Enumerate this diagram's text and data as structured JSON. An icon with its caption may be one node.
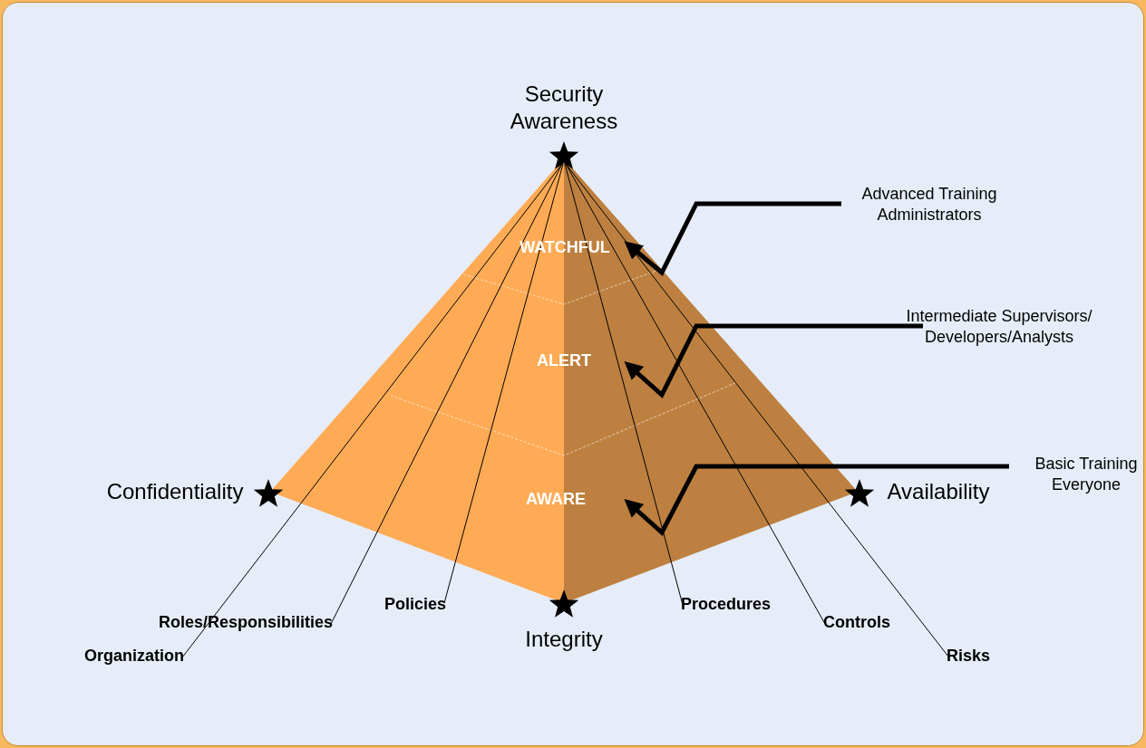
{
  "diagram": {
    "nodes": [
      {
        "text": [
          "WATCHFUL"
        ]
      },
      {
        "text": [
          "ALERT"
        ]
      },
      {
        "text": [
          "AWARE"
        ]
      },
      {
        "text": [],
        "shape": "star"
      },
      {
        "text": [
          "Advanced Training Administrators"
        ]
      },
      {
        "text": [
          "Intermediate Supervisors/ Developers/Analysts"
        ]
      },
      {
        "text": [
          "Basic Training Everyone"
        ]
      },
      {
        "text": [
          "Organization"
        ]
      },
      {
        "text": [
          "Roles/Responsibilities"
        ]
      },
      {
        "text": [
          "Policies"
        ]
      },
      {
        "text": [
          "Procedures"
        ]
      },
      {
        "text": [
          "Controls"
        ]
      },
      {
        "text": [
          "Risks"
        ]
      }
    ],
    "edges": [
      {
        "from": 4,
        "to": 0,
        "arrow": "to",
        "style": "thick"
      },
      {
        "from": 5,
        "to": 1,
        "arrow": "to",
        "style": "thick"
      },
      {
        "from": 6,
        "to": 2,
        "arrow": "to",
        "style": "thick"
      },
      {
        "from": 7,
        "to": 3,
        "arrow": "none"
      },
      {
        "from": 8,
        "to": 3,
        "arrow": "none"
      },
      {
        "from": 9,
        "to": 3,
        "arrow": "none"
      },
      {
        "from": 10,
        "to": 3,
        "arrow": "none"
      },
      {
        "from": 11,
        "to": 3,
        "arrow": "none"
      },
      {
        "from": 12,
        "to": 3,
        "arrow": "none"
      }
    ],
    "labels": [
      "Security Awareness",
      "Confidentiality",
      "Availability",
      "Integrity"
    ]
  }
}
